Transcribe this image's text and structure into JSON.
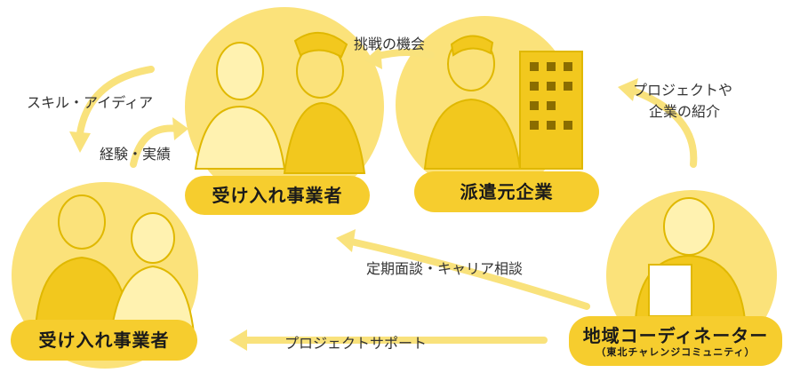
{
  "nodes": {
    "host_top": {
      "label": "受け入れ事業者"
    },
    "dispatch": {
      "label": "派遣元企業"
    },
    "host_bottom": {
      "label": "受け入れ事業者"
    },
    "coordinator": {
      "label": "地域コーディネーター",
      "sublabel": "（東北チャレンジコミュニティ）"
    }
  },
  "arrows": {
    "challenge": "挑戦の機会",
    "project_intro_1": "プロジェクトや",
    "project_intro_2": "企業の紹介",
    "skills": "スキル・アイディア",
    "experience": "経験・実績",
    "interview": "定期面談・キャリア相談",
    "support": "プロジェクトサポート"
  },
  "colors": {
    "accent": "#f6cd2e",
    "circle": "#fbe27a",
    "circle_dark": "#f2c81e",
    "arrow": "#f9e27c"
  }
}
